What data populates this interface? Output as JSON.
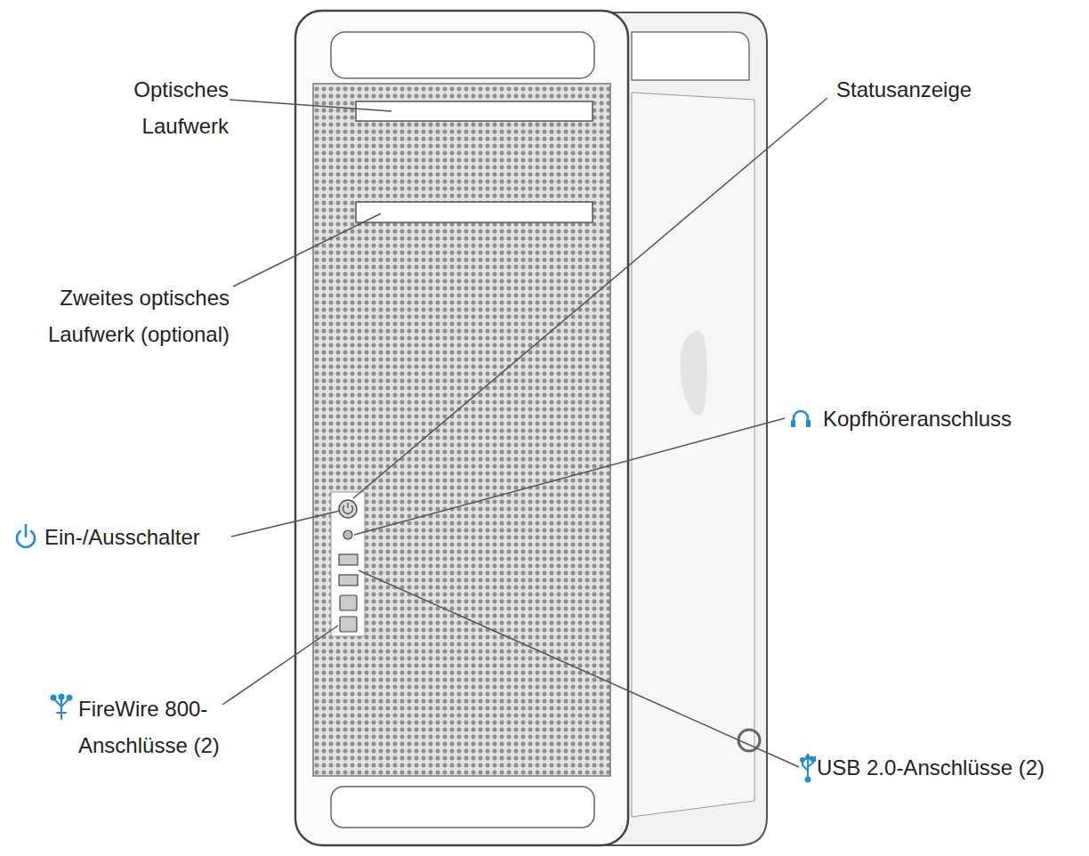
{
  "diagram": {
    "labels": [
      "Optisches Laufwerk",
      "Zweites optisches Laufwerk (optional)",
      "Statusanzeige",
      "Kopfhöreranschluss",
      "Ein-/Ausschalter",
      "FireWire 800-Anschlüsse (2)",
      "USB 2.0-Anschlüsse (2)"
    ]
  }
}
